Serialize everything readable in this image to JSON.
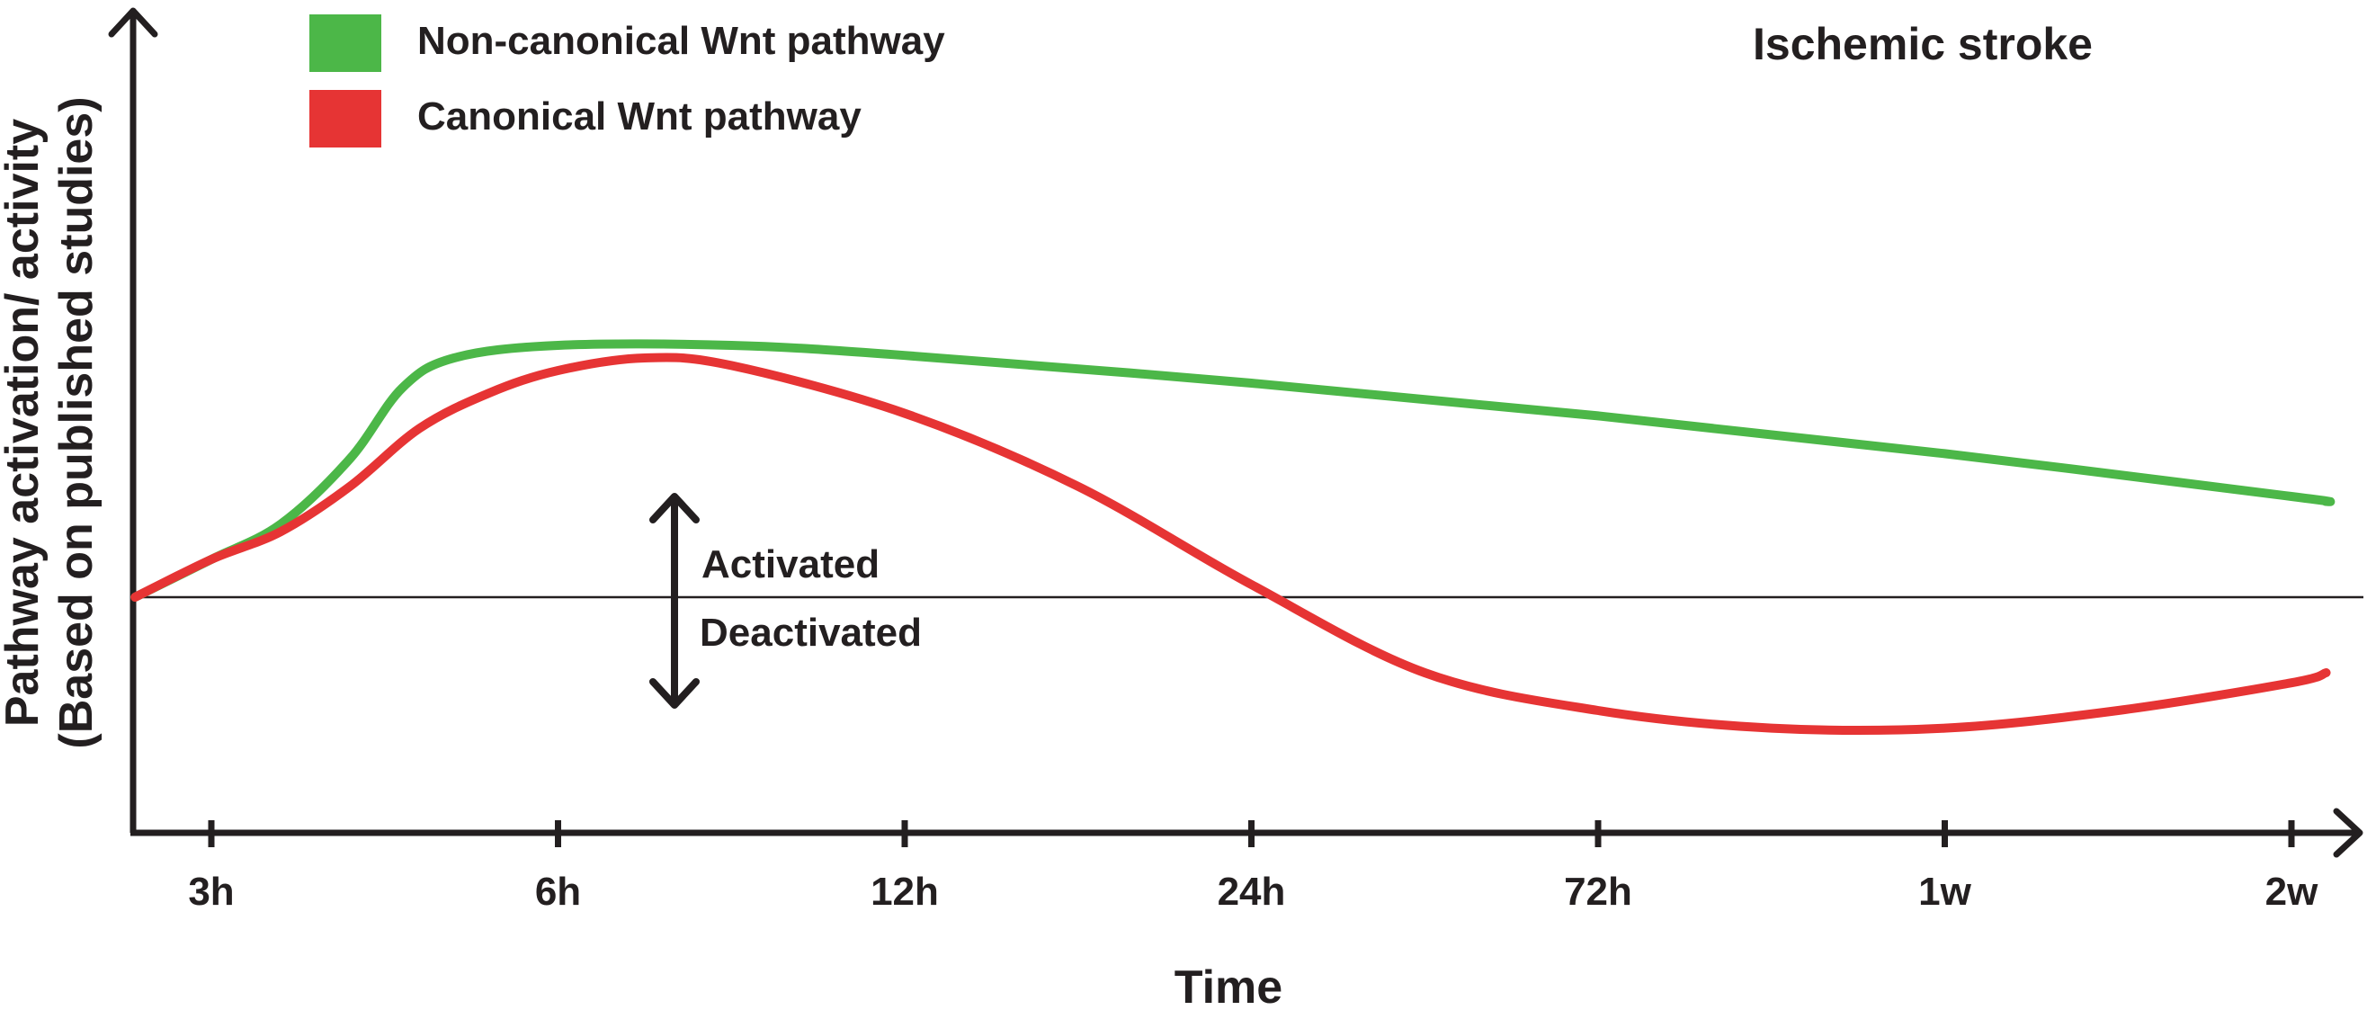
{
  "chart_data": {
    "type": "line",
    "title": "Ischemic stroke",
    "xlabel": "Time",
    "ylabel_line1": "Pathway activation/ activity",
    "ylabel_line2": "(Based on published studies)",
    "categories": [
      "3h",
      "6h",
      "12h",
      "24h",
      "72h",
      "1w",
      "2w"
    ],
    "baseline_labels": {
      "above": "Activated",
      "below": "Deactivated"
    },
    "ylim": [
      -1,
      1.8
    ],
    "legend_position": "top-left",
    "series": [
      {
        "name": "Non-canonical Wnt pathway",
        "color": "#4cb748",
        "points": [
          [
            -0.22,
            0
          ],
          [
            0,
            0.15
          ],
          [
            0.2,
            0.29
          ],
          [
            0.4,
            0.55
          ],
          [
            0.55,
            0.83
          ],
          [
            0.7,
            0.95
          ],
          [
            1.0,
            1.0
          ],
          [
            1.5,
            1.0
          ],
          [
            2.0,
            0.96
          ],
          [
            3.0,
            0.85
          ],
          [
            4.0,
            0.72
          ],
          [
            5.0,
            0.57
          ],
          [
            6.0,
            0.4
          ],
          [
            6.1,
            0.38
          ]
        ]
      },
      {
        "name": "Canonical Wnt pathway",
        "color": "#e63434",
        "points": [
          [
            -0.22,
            0
          ],
          [
            0,
            0.15
          ],
          [
            0.2,
            0.26
          ],
          [
            0.4,
            0.44
          ],
          [
            0.6,
            0.67
          ],
          [
            0.8,
            0.81
          ],
          [
            1.0,
            0.9
          ],
          [
            1.25,
            0.95
          ],
          [
            1.5,
            0.92
          ],
          [
            2.0,
            0.73
          ],
          [
            2.5,
            0.44
          ],
          [
            3.0,
            0.05
          ],
          [
            3.5,
            -0.3
          ],
          [
            4.0,
            -0.45
          ],
          [
            4.5,
            -0.52
          ],
          [
            5.0,
            -0.52
          ],
          [
            5.5,
            -0.45
          ],
          [
            6.0,
            -0.34
          ],
          [
            6.1,
            -0.3
          ]
        ]
      }
    ]
  }
}
